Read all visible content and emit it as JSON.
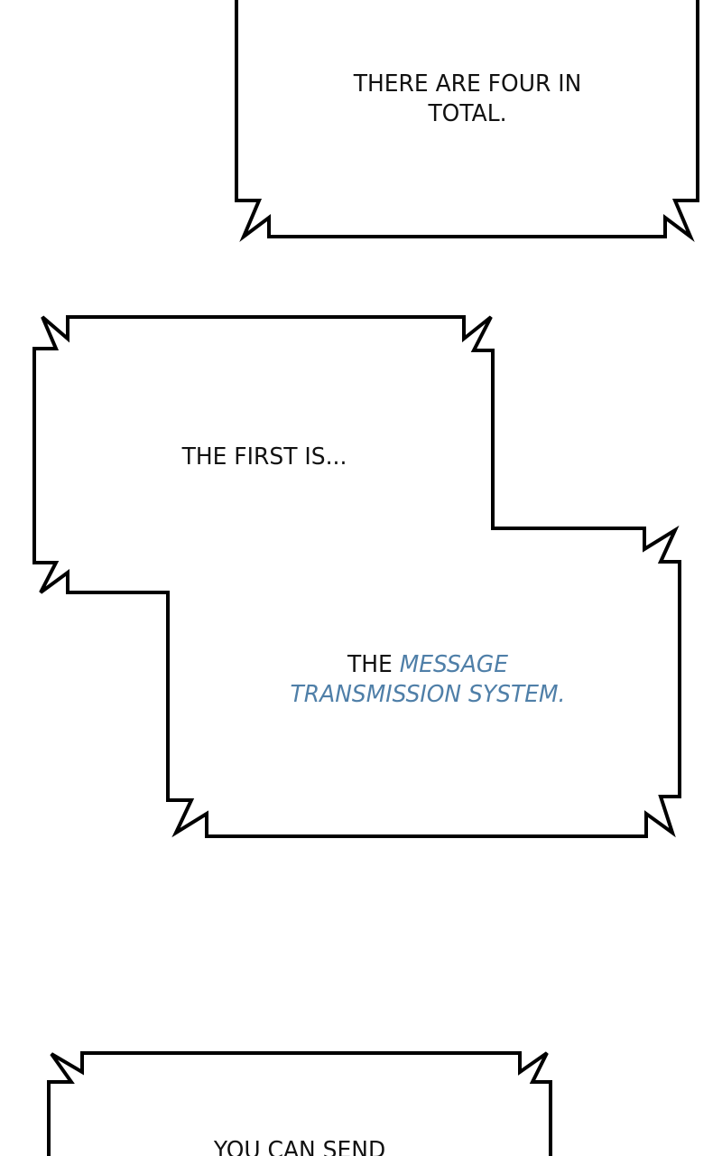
{
  "captions": {
    "box1": {
      "line1": "THERE ARE FOUR IN",
      "line2": "TOTAL."
    },
    "box2": {
      "text": "THE FIRST IS..."
    },
    "box3": {
      "lead": "THE ",
      "accent_line1": "MESSAGE",
      "accent_line2": "TRANSMISSION SYSTEM.",
      "accent_color": "#4f7fa8"
    },
    "box4": {
      "partial": "YOU CAN SEND"
    }
  },
  "colors": {
    "outline": "#000000",
    "fill": "#ffffff",
    "text": "#111111"
  }
}
